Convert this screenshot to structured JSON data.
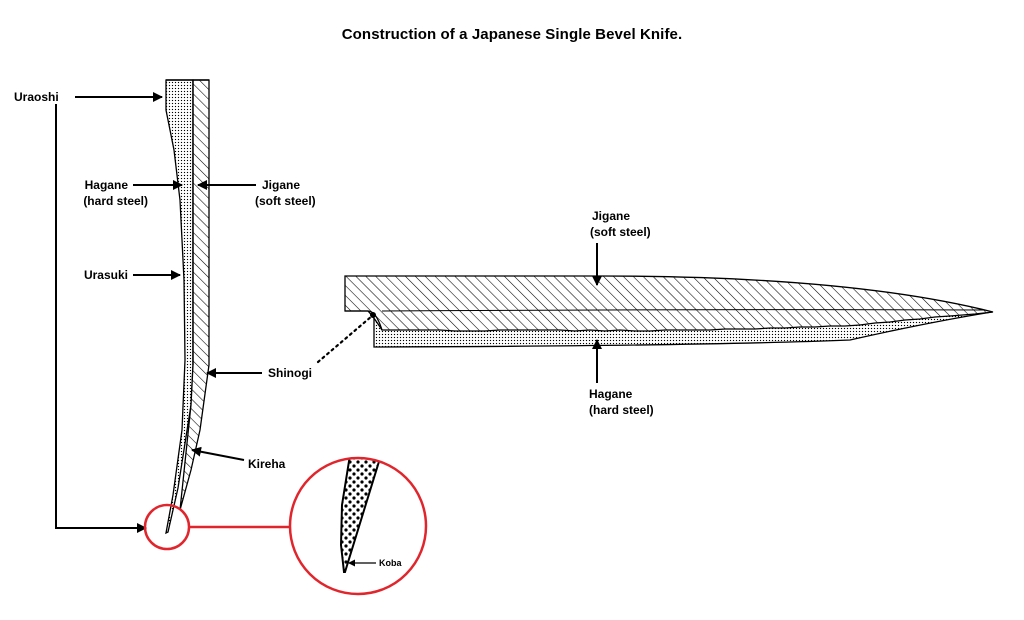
{
  "title": "Construction of a Japanese Single Bevel Knife.",
  "colors": {
    "ink": "#000000",
    "highlight": "#e0262c",
    "background": "#ffffff"
  },
  "cross_section": {
    "uraoshi": "Uraoshi",
    "hagane_line1": "Hagane",
    "hagane_line2": "(hard steel)",
    "jigane_line1": "Jigane",
    "jigane_line2": "(soft steel)",
    "urasuki": "Urasuki",
    "shinogi": "Shinogi",
    "kireha": "Kireha"
  },
  "zoom": {
    "koba": "Koba"
  },
  "side_view": {
    "jigane_line1": "Jigane",
    "jigane_line2": "(soft steel)",
    "hagane_line1": "Hagane",
    "hagane_line2": "(hard steel)"
  }
}
